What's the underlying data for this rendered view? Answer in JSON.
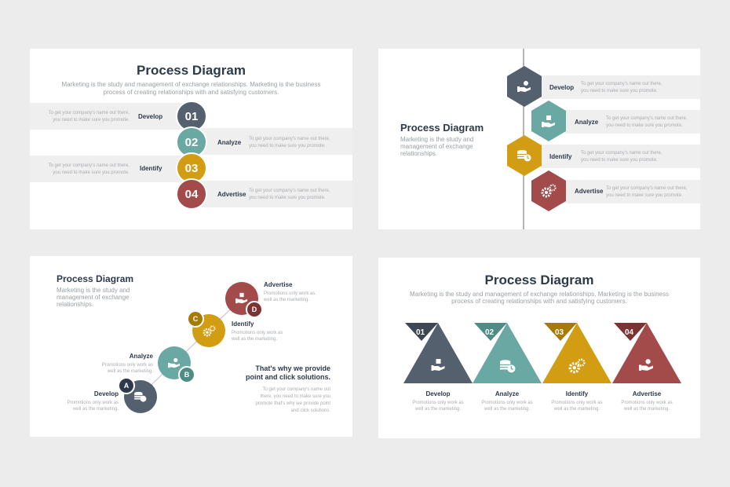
{
  "colors": {
    "slate": "#54606e",
    "teal": "#6aa8a3",
    "gold": "#d29d12",
    "red": "#a34a4a",
    "navy": "#2c3a4a",
    "gray_text": "#9aa0a6",
    "band": "#efefef"
  },
  "s1": {
    "title": "Process Diagram",
    "subtitle1": "Marketing is the study and management of exchange relationships. Marketing is the business",
    "subtitle2": "process of creating relationships with and satisfying customers.",
    "steps": [
      {
        "num": "01",
        "label": "Develop",
        "desc1": "To get your company's name out there,",
        "desc2": "you need to make sure you promote."
      },
      {
        "num": "02",
        "label": "Analyze",
        "desc1": "To get your company's name out there,",
        "desc2": "you need to make sure you promote."
      },
      {
        "num": "03",
        "label": "Identify",
        "desc1": "To get your company's name out there,",
        "desc2": "you need to make sure you promote."
      },
      {
        "num": "04",
        "label": "Advertise",
        "desc1": "To get your company's name out there,",
        "desc2": "you need to make sure you promote."
      }
    ]
  },
  "s2": {
    "title": "Process Diagram",
    "subtitle1": "Marketing is the study and",
    "subtitle2": "management of exchange",
    "subtitle3": "relationships.",
    "steps": [
      {
        "label": "Develop",
        "desc1": "To get your company's name out there,",
        "desc2": "you need to make sure you promote.",
        "icon": "hand-coin-icon"
      },
      {
        "label": "Analyze",
        "desc1": "To get your company's name out there,",
        "desc2": "you need to make sure you promote.",
        "icon": "hand-box-icon"
      },
      {
        "label": "Identify",
        "desc1": "To get your company's name out there,",
        "desc2": "you need to make sure you promote.",
        "icon": "coins-clock-icon"
      },
      {
        "label": "Advertise",
        "desc1": "To get your company's name out there,",
        "desc2": "you need to make sure you promote.",
        "icon": "gears-icon"
      }
    ]
  },
  "s3": {
    "title": "Process Diagram",
    "subtitle1": "Marketing is the study and",
    "subtitle2": "management of exchange",
    "subtitle3": "relationships.",
    "steps": [
      {
        "letter": "A",
        "label": "Develop",
        "desc1": "Promotions only work as",
        "desc2": "well as the marketing.",
        "icon": "coins-clock-icon"
      },
      {
        "letter": "B",
        "label": "Analyze",
        "desc1": "Promotions only work as",
        "desc2": "well as the marketing.",
        "icon": "hand-coin-icon"
      },
      {
        "letter": "C",
        "label": "Identify",
        "desc1": "Promotions only work as",
        "desc2": "well as the marketing.",
        "icon": "gears-icon"
      },
      {
        "letter": "D",
        "label": "Advertise",
        "desc1": "Promotions only work as",
        "desc2": "well as the marketing.",
        "icon": "hand-box-icon"
      }
    ],
    "callout_title1": "That's why we provide",
    "callout_title2": "point and click solutions.",
    "callout_body": [
      "To get your company's name out",
      "there, you need to make sure you",
      "promote that's why we provide point",
      "and click solutions."
    ]
  },
  "s4": {
    "title": "Process Diagram",
    "subtitle1": "Marketing is the study and management of exchange relationships. Marketing is the business",
    "subtitle2": "process of creating relationships with and satisfying customers.",
    "steps": [
      {
        "num": "01",
        "label": "Develop",
        "desc1": "Promotions only work as",
        "desc2": "well as the marketing.",
        "icon": "hand-box-icon"
      },
      {
        "num": "02",
        "label": "Analyze",
        "desc1": "Promotions only work as",
        "desc2": "well as the marketing.",
        "icon": "coins-clock-icon"
      },
      {
        "num": "03",
        "label": "Identify",
        "desc1": "Promotions only work as",
        "desc2": "well as the marketing.",
        "icon": "gears-icon"
      },
      {
        "num": "04",
        "label": "Advertise",
        "desc1": "Promotions only work as",
        "desc2": "well as the marketing.",
        "icon": "hand-coin-icon"
      }
    ]
  }
}
